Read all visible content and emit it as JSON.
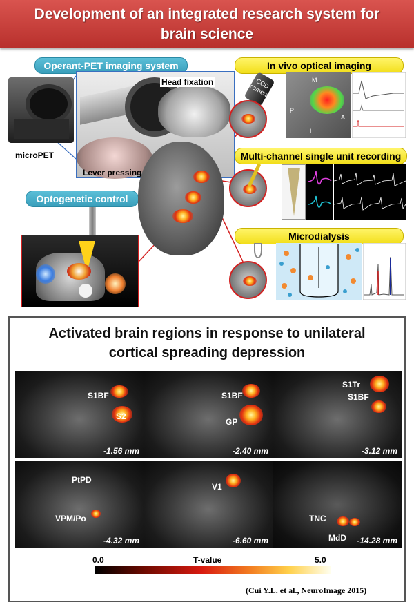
{
  "header": {
    "title_line1": "Development of  an integrated research system for",
    "title_line2": "brain science"
  },
  "sections": {
    "operant_pet": "Operant-PET imaging system",
    "optogenetic": "Optogenetic control",
    "in_vivo": "In vivo optical imaging",
    "multichannel": "Multi-channel single unit recording",
    "microdialysis": "Microdialysis"
  },
  "captions": {
    "micropet": "microPET",
    "head_fixation": "Head fixation",
    "lever_pressing": "Lever pressing",
    "ccd_camera": "CCD camera",
    "optical_labels": [
      "M",
      "P",
      "L",
      "A"
    ]
  },
  "results": {
    "title_line1": "Activated brain regions in response to unilateral",
    "title_line2": "cortical spreading depression",
    "slices": [
      {
        "labels": [
          "S1BF",
          "S2"
        ],
        "depth": "-1.56 mm"
      },
      {
        "labels": [
          "S1BF",
          "GP"
        ],
        "depth": "-2.40 mm"
      },
      {
        "labels": [
          "S1Tr",
          "S1BF"
        ],
        "depth": "-3.12 mm"
      },
      {
        "labels": [
          "PtPD",
          "VPM/Po"
        ],
        "depth": "-4.32 mm"
      },
      {
        "labels": [
          "V1"
        ],
        "depth": "-6.60 mm"
      },
      {
        "labels": [
          "TNC",
          "MdD"
        ],
        "depth": "-14.28 mm"
      }
    ],
    "colorbar": {
      "min": "0.0",
      "max": "5.0",
      "label": "T-value"
    },
    "citation": "(Cui Y.L. et al., NeuroImage 2015)"
  },
  "colors": {
    "banner": "#c43d38",
    "pill_blue": "#4aafc9",
    "pill_yellow": "#f7e83a",
    "connector": "#d42020"
  }
}
